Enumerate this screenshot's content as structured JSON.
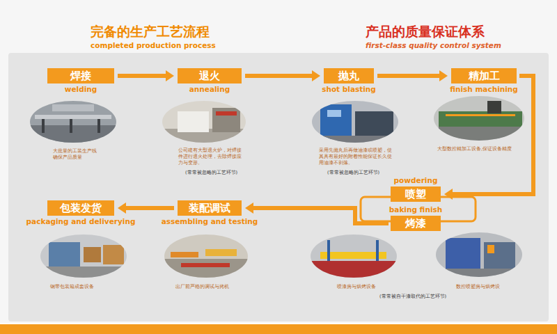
{
  "diagram": {
    "title": "完备的生产工艺流程",
    "nodes": [
      {
        "text": [
          "焊接",
          "welding"
        ]
      },
      {
        "text": [
          "退火",
          "annealing"
        ]
      },
      {
        "text": [
          "抛丸",
          "shot blasting"
        ]
      },
      {
        "text": [
          "精加工",
          "finish machining"
        ]
      },
      {
        "text": [
          "喷塑",
          "powdering"
        ]
      },
      {
        "text": [
          "烤漆",
          "baking finish"
        ]
      },
      {
        "text": [
          "装配调试",
          "assembling and testing"
        ]
      },
      {
        "text": [
          "包装发货",
          "packaging and deliverying"
        ]
      }
    ],
    "edges": [
      {
        "from": 0,
        "to": 1,
        "arrow": "to"
      },
      {
        "from": 1,
        "to": 2,
        "arrow": "to"
      },
      {
        "from": 2,
        "to": 3,
        "arrow": "to"
      },
      {
        "from": 3,
        "to": 4,
        "arrow": "to"
      },
      {
        "from": 5,
        "to": 6,
        "arrow": "to"
      },
      {
        "from": 6,
        "to": 7,
        "arrow": "to"
      }
    ],
    "labels": [
      "completed production process",
      "产品的质量保证体系",
      "first-class quality control system",
      "大批量的工装生产线 确保产品质量",
      "公司建有大型退火炉，对焊接件进行退火处理，去除焊接应力与变形。",
      "(常常被忽略的工艺环节)",
      "采用先抛丸后再做油漆或喷塑，使其具有最好的附着性能保证长久使用油漆不剥落。",
      "(常常被忽略的工艺环节)",
      "大型数控精加工设备,保证设备精度",
      "钢带包装箱成套设备",
      "出厂前严格的调试与拷机",
      "喷漆房与烘烤设备",
      "(常常被自干漆取代的工艺环节)",
      "数控喷塑房与烘烤设"
    ]
  }
}
